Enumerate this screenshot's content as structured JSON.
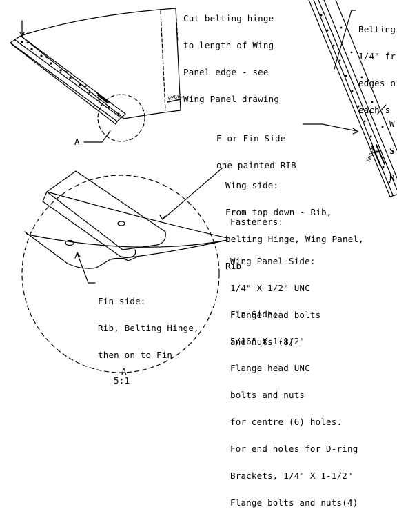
{
  "top_note": {
    "lines": [
      "Cut belting hinge",
      "to length of Wing",
      "Panel edge - see",
      "Wing Panel drawing"
    ]
  },
  "right_top_note": {
    "lines": [
      "Belting",
      "1/4\" fr",
      "edges o",
      "each s"
    ]
  },
  "right_mid_note": {
    "lines": [
      "W",
      "S",
      "R"
    ]
  },
  "detail_callout": {
    "letter": "A"
  },
  "fin_side_rib": {
    "lines": [
      "F or Fin Side",
      "one painted RIB"
    ]
  },
  "wing_side": {
    "lines": [
      "Wing side:",
      "From top down - Rib,",
      "belting Hinge, Wing Panel,",
      "Rib"
    ]
  },
  "fin_side_detail": {
    "lines": [
      "Fin side:",
      "Rib, Belting Hinge,",
      "then on to Fin"
    ]
  },
  "fasteners": {
    "heading": "Fasteners:",
    "wing_panel_lines": [
      "Wing Panel Side:",
      "1/4\" X 1/2\" UNC",
      "Flange head bolts",
      "and nuts (8)"
    ],
    "fin_lines": [
      "Fin Side:",
      "5/16\" X 1-1/2\"",
      "Flange head UNC",
      "bolts and nuts",
      "for centre (6) holes.",
      "For end holes for D-ring",
      "Brackets, 1/4\" X 1-1/2\"",
      "Flange bolts and nuts(4)"
    ]
  },
  "detail_label": {
    "letter": "A",
    "scale": "5:1"
  },
  "panel_marks": {
    "wing_stamp": "RMOFL",
    "rib_stamp": "RMOFF"
  }
}
